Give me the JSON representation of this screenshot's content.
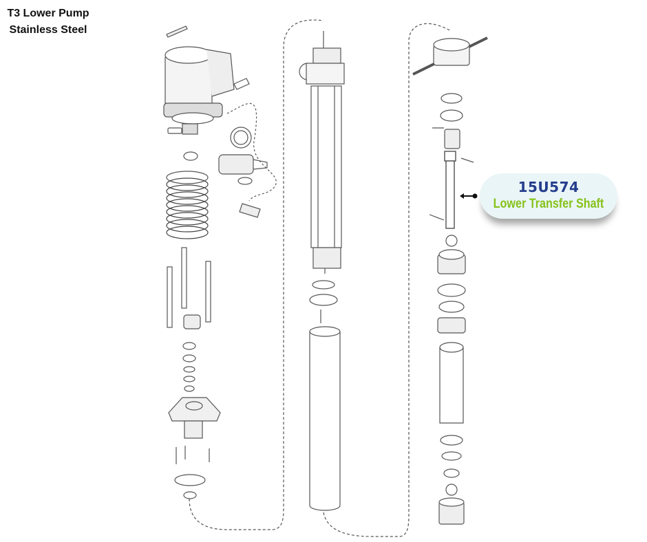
{
  "title": {
    "line1": "T3 Lower Pump",
    "line2": "Stainless Steel"
  },
  "callout": {
    "part_number": "15U574",
    "part_name": "Lower Transfer Shaft"
  },
  "colors": {
    "part_number": "#243d8c",
    "part_name": "#86c21a",
    "callout_bg": "#eaf5f7",
    "lines": "#555555"
  }
}
